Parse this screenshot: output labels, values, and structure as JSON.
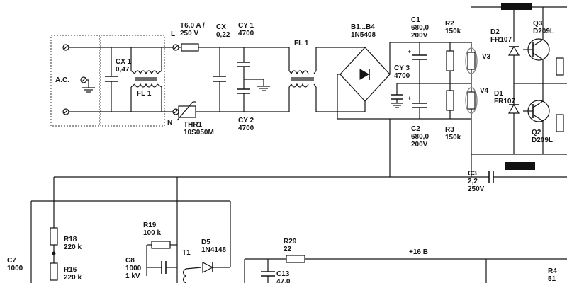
{
  "labels": {
    "ac": "A.C.",
    "cx1": "CX 1\n0,47",
    "fl1_left": "FL 1",
    "l": "L",
    "n": "N",
    "fuse": "T6,0 A /\n250 V",
    "cx": "CX\n0,22",
    "cy1": "CY 1\n4700",
    "cy2": "CY 2\n4700",
    "thr1": "THR1\n10S050M",
    "fl1_right": "FL 1",
    "bridge": "B1...B4\n1N5408",
    "cy3": "CY 3\n4700",
    "c1": "C1\n680,0\n200V",
    "c2": "C2\n680,0\n200V",
    "r2": "R2\n150k",
    "r3": "R3\n150k",
    "v3": "V3",
    "v4": "V4",
    "d2": "D2\nFR107",
    "d1": "D1\nFR107",
    "q3": "Q3\nD209L",
    "q2": "Q2\nD209L",
    "c3": "C3\n2,2\n250V",
    "r18": "R18\n220 k",
    "r16": "R16\n220 k",
    "c7": "C7\n1000",
    "r19": "R19\n100 k",
    "c8": "C8\n1000\n1 kV",
    "t1": "T1",
    "d5": "D5\n1N4148",
    "r29": "R29\n22",
    "plus16": "+16 B",
    "c13": "C13\n47,0",
    "r4": "R4\n51"
  },
  "colors": {
    "wire": "#141414",
    "highlight": "#8a8a8a",
    "background": "#ffffff"
  }
}
